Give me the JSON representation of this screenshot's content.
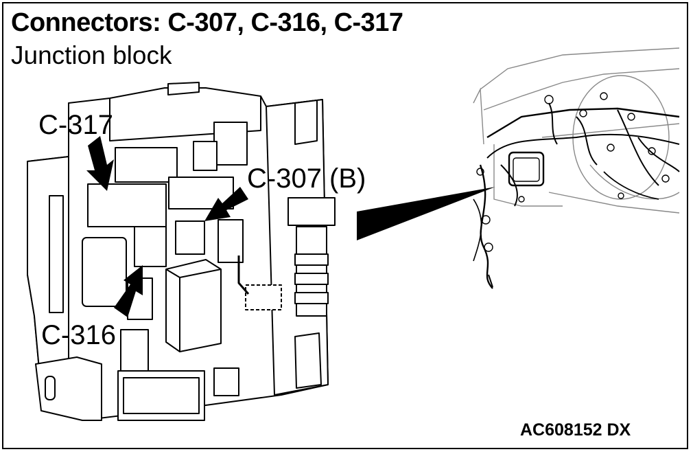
{
  "title": "Connectors: C-307, C-316, C-317",
  "subtitle": "Junction block",
  "labels": {
    "c317": "C-317",
    "c307": "C-307 (B)",
    "c316": "C-316"
  },
  "figure_code": "AC608152 DX",
  "colors": {
    "line": "#000000",
    "background": "#ffffff"
  }
}
